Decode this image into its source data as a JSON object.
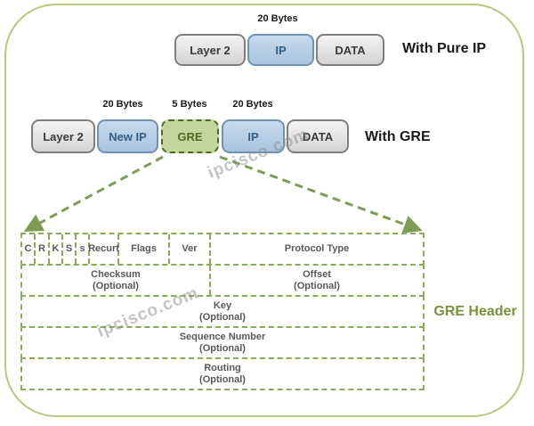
{
  "watermark": {
    "text": "ipcisco.com"
  },
  "pure_ip_row": {
    "byte_label": "20 Bytes",
    "boxes": [
      {
        "label": "Layer 2"
      },
      {
        "label": "IP"
      },
      {
        "label": "DATA"
      }
    ],
    "title": "With Pure IP"
  },
  "gre_row": {
    "byte_labels": [
      "20 Bytes",
      "5 Bytes",
      "20 Bytes"
    ],
    "boxes": [
      {
        "label": "Layer 2"
      },
      {
        "label": "New IP"
      },
      {
        "label": "GRE"
      },
      {
        "label": "IP"
      },
      {
        "label": "DATA"
      }
    ],
    "title": "With GRE"
  },
  "gre_header_table": {
    "title": "GRE Header",
    "bit_row": [
      "C",
      "R",
      "K",
      "S",
      "s",
      "Recurt",
      "Flags",
      "Ver",
      "Protocol Type"
    ],
    "checksum_cell": {
      "name": "Checksum",
      "note": "(Optional)"
    },
    "offset_cell": {
      "name": "Offset",
      "note": "(Optional)"
    },
    "full_rows": [
      {
        "name": "Key",
        "note": "(Optional)"
      },
      {
        "name": "Sequence Number",
        "note": "(Optional)"
      },
      {
        "name": "Routing",
        "note": "(Optional)"
      }
    ]
  },
  "colors": {
    "frame": "#b5c97a",
    "connector": "#7e9c52",
    "gray_box_bg_top": "#f4f4f4",
    "gray_box_bg_bottom": "#d4d4d4",
    "gray_box_border": "#7f7f7f",
    "gray_box_text": "#3b3b3b",
    "blue_box_bg_top": "#c8daec",
    "blue_box_bg_bottom": "#a9c3df",
    "blue_box_border": "#6e93b5",
    "blue_box_text": "#335e87",
    "gre_box_bg": "#c3d69b",
    "gre_box_border": "#4c6b22",
    "gre_box_text": "#4c6b22",
    "table_line": "#8cab57",
    "table_text": "#595959",
    "header_title": "#77933c",
    "label_text": "#1a1a1a",
    "watermark_text": "#8a8a8a"
  }
}
